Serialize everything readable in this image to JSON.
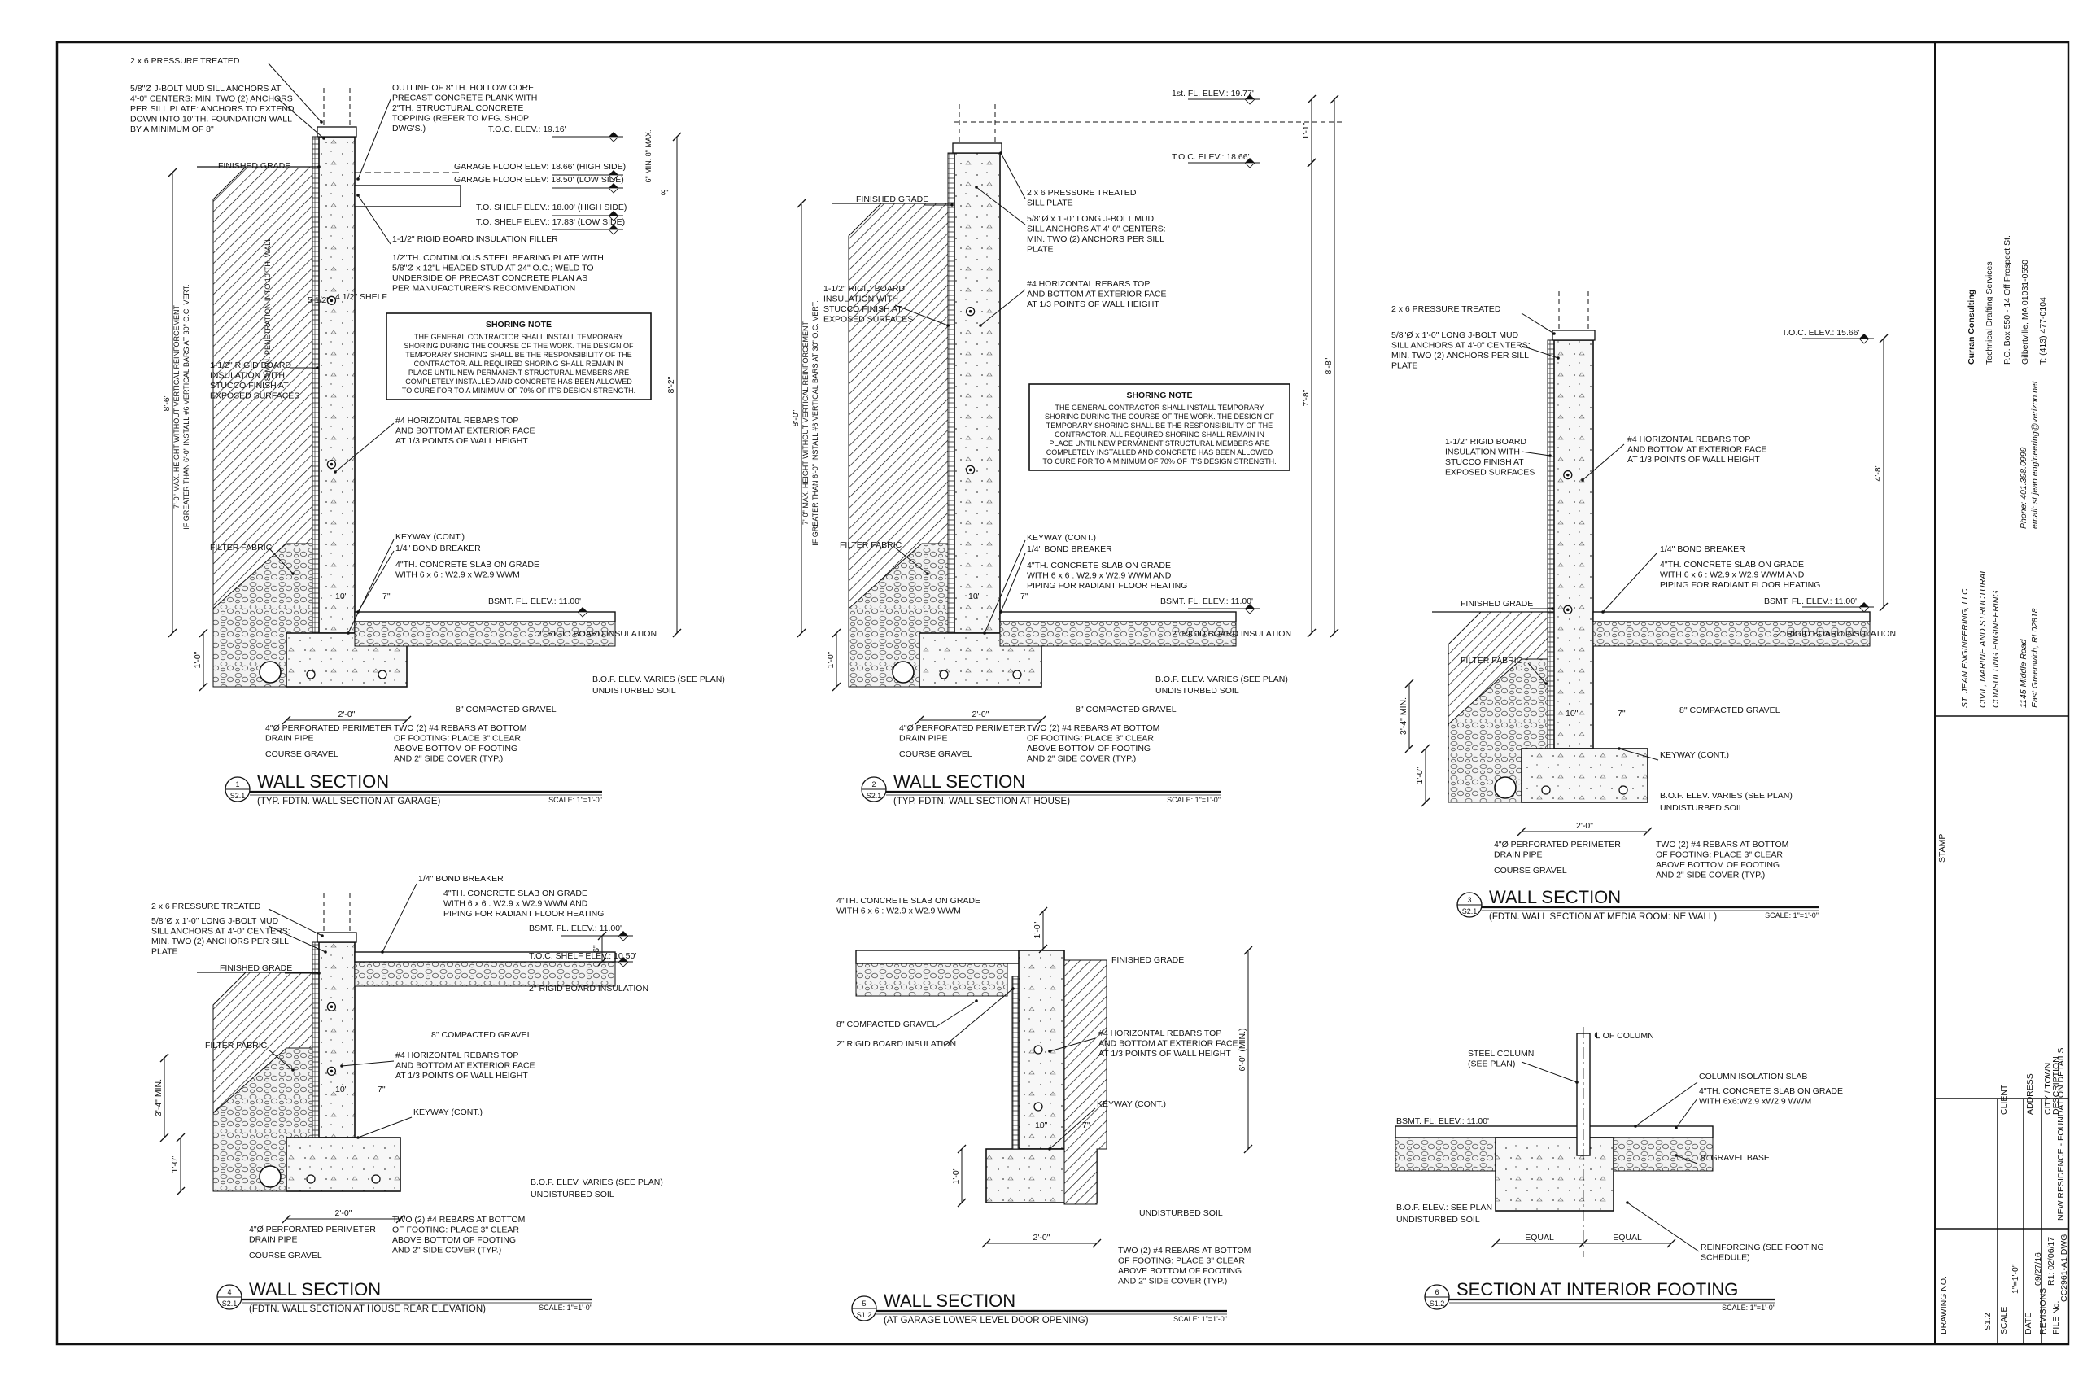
{
  "colors": {
    "ink": "#111111",
    "concrete": "#f4f4f4",
    "gravel": "#dddddd",
    "paper": "#ffffff"
  },
  "title_block": {
    "company": "Curran Consulting",
    "line1": "Technical Drafting Services",
    "line2": "P.O. Box 550 - 14 Off Prospect St.",
    "line3": "Gilbertville, MA 01031-0550",
    "line4": "T: (413) 477-0104",
    "engineer": "ST. JEAN ENGINEERING, LLC",
    "engineer_sub1": "CIVIL, MARINE AND STRUCTURAL",
    "engineer_sub2": "CONSULTING ENGINEERING",
    "addr1": "1145 Middle Road",
    "addr2": "East Greenwich, RI 02818",
    "phone": "Phone: 401.398.0999",
    "email": "email: st.jean.engineering@verizon.net",
    "stamp_label": "STAMP",
    "client_label": "CLIENT",
    "address_label": "ADDRESS",
    "city_label": "CITY / TOWN",
    "desc_label": "DESCRIPTION",
    "description": "NEW RESIDENCE - FOUNDATION DETAILS",
    "scale_label": "SCALE",
    "scale_value": "1\"=1'-0\"",
    "date_label": "DATE",
    "date_value": "09/27/16",
    "revisions_label": "REVISIONS",
    "revision_value": "R1: 02/06/17",
    "drawing_no_label": "DRAWING NO.",
    "drawing_no": "S1.2",
    "file_no_label": "FILE No.",
    "file_no": "CC2961-A1.DWG"
  },
  "common": {
    "shoring_title": "SHORING NOTE",
    "shoring_lines": [
      "THE GENERAL CONTRACTOR SHALL INSTALL TEMPORARY",
      "SHORING DURING THE COURSE OF THE WORK. THE DESIGN OF",
      "TEMPORARY SHORING SHALL BE THE RESPONSIBILITY OF THE",
      "CONTRACTOR. ALL REQUIRED SHORING SHALL REMAIN IN",
      "PLACE UNTIL NEW PERMANENT STRUCTURAL MEMBERS ARE",
      "COMPLETELY INSTALLED AND CONCRETE HAS BEEN ALLOWED",
      "TO CURE FOR TO A MINIMUM OF 70% OF IT'S DESIGN STRENGTH."
    ],
    "scale_text": "SCALE: 1\"=1'-0\""
  },
  "details": [
    {
      "num": "1",
      "ref": "S2.1",
      "title": "WALL SECTION",
      "subtitle": "(TYP. FDTN. WALL SECTION AT GARAGE)",
      "left_notes": [
        {
          "lines": [
            "2 x 6 PRESSURE TREATED"
          ]
        },
        {
          "lines": [
            "5/8\"Ø J-BOLT MUD SILL ANCHORS AT",
            "4'-0\" CENTERS: MIN. TWO (2) ANCHORS",
            "PER SILL PLATE: ANCHORS TO EXTEND",
            "DOWN INTO 10\"TH. FOUNDATION WALL",
            "BY A MINIMUM OF 8\""
          ]
        },
        {
          "lines": [
            "FINISHED GRADE"
          ]
        },
        {
          "lines": [
            "1-1/2\" RIGID BOARD",
            "INSULATION WITH",
            "STUCCO FINISH AT",
            "EXPOSED SURFACES"
          ]
        },
        {
          "lines": [
            "FILTER FABRIC"
          ]
        }
      ],
      "right_notes": [
        {
          "lines": [
            "OUTLINE OF 8\"TH. HOLLOW CORE",
            "PRECAST CONCRETE PLANK WITH",
            "2\"TH. STRUCTURAL CONCRETE",
            "TOPPING (REFER TO MFG. SHOP",
            "DWG'S.)"
          ]
        },
        {
          "lines": [
            "T.O.C. ELEV.: 19.16'"
          ]
        },
        {
          "lines": [
            "GARAGE FLOOR ELEV: 18.66' (HIGH SIDE)"
          ]
        },
        {
          "lines": [
            "GARAGE FLOOR ELEV: 18.50' (LOW SIDE)"
          ]
        },
        {
          "lines": [
            "T.O. SHELF ELEV.: 18.00' (HIGH SIDE)"
          ]
        },
        {
          "lines": [
            "T.O. SHELF ELEV.: 17.83' (LOW SIDE)"
          ]
        },
        {
          "lines": [
            "1-1/2\" RIGID BOARD INSULATION FILLER"
          ]
        },
        {
          "lines": [
            "1/2\"TH. CONTINUOUS STEEL BEARING PLATE WITH",
            "5/8\"Ø x 12\"L HEADED STUD AT 24\" O.C.; WELD TO",
            "UNDERSIDE OF PRECAST CONCRETE PLAN AS",
            "PER MANUFACTURER'S RECOMMENDATION"
          ]
        },
        {
          "lines": [
            "4 1/2\" SHELF"
          ]
        },
        {
          "lines": [
            "#4 HORIZONTAL REBARS TOP",
            "AND BOTTOM AT EXTERIOR FACE",
            "AT 1/3 POINTS OF WALL HEIGHT"
          ]
        },
        {
          "lines": [
            "KEYWAY (CONT.)"
          ]
        },
        {
          "lines": [
            "1/4\" BOND BREAKER"
          ]
        },
        {
          "lines": [
            "4\"TH. CONCRETE SLAB ON GRADE",
            "WITH 6 x 6 : W2.9 x W2.9 WWM"
          ]
        },
        {
          "lines": [
            "BSMT. FL. ELEV.: 11.00'"
          ]
        },
        {
          "lines": [
            "2\" RIGID BOARD INSULATION"
          ]
        },
        {
          "lines": [
            "B.O.F. ELEV. VARIES (SEE PLAN)"
          ]
        },
        {
          "lines": [
            "UNDISTURBED SOIL"
          ]
        },
        {
          "lines": [
            "8\" COMPACTED GRAVEL"
          ]
        }
      ],
      "bottom_notes": [
        {
          "lines": [
            "4\"Ø PERFORATED PERIMETER",
            "DRAIN PIPE"
          ]
        },
        {
          "lines": [
            "COURSE GRAVEL"
          ]
        },
        {
          "lines": [
            "TWO (2) #4 REBARS AT BOTTOM",
            "OF FOOTING: PLACE 3\" CLEAR",
            "ABOVE BOTTOM OF FOOTING",
            "AND 2\" SIDE COVER (TYP.)"
          ]
        }
      ],
      "dims": [
        "8'-6\"",
        "7'-0\" MAX. HEIGHT WITHOUT VERTICAL REINFORCEMENT",
        "IF GREATER THAN 6'-0\" INSTALL #6 VERTICAL BARS AT 30\" O.C. VERT.",
        "8\" MIN. PENETRATION INTO 10\"TH. WALL",
        "5 1/2\"",
        "8'-2\"",
        "6\" MIN. 8\" MAX.",
        "8\"",
        "10\"",
        "7\"",
        "1'-0\"",
        "2'-0\""
      ]
    },
    {
      "num": "2",
      "ref": "S2.1",
      "title": "WALL SECTION",
      "subtitle": "(TYP. FDTN. WALL SECTION AT HOUSE)",
      "left_notes": [
        {
          "lines": [
            "FINISHED GRADE"
          ]
        },
        {
          "lines": [
            "1-1/2\" RIGID BOARD",
            "INSULATION WITH",
            "STUCCO FINISH AT",
            "EXPOSED SURFACES"
          ]
        },
        {
          "lines": [
            "FILTER FABRIC"
          ]
        }
      ],
      "right_notes": [
        {
          "lines": [
            "1st. FL. ELEV.: 19.77'"
          ]
        },
        {
          "lines": [
            "T.O.C. ELEV.: 18.66'"
          ]
        },
        {
          "lines": [
            "2 x 6 PRESSURE TREATED",
            "SILL PLATE"
          ]
        },
        {
          "lines": [
            "5/8\"Ø x 1'-0\" LONG J-BOLT MUD",
            "SILL ANCHORS AT 4'-0\" CENTERS:",
            "MIN. TWO (2) ANCHORS PER SILL",
            "PLATE"
          ]
        },
        {
          "lines": [
            "#4 HORIZONTAL REBARS TOP",
            "AND BOTTOM AT EXTERIOR FACE",
            "AT 1/3 POINTS OF WALL HEIGHT"
          ]
        },
        {
          "lines": [
            "KEYWAY (CONT.)"
          ]
        },
        {
          "lines": [
            "1/4\" BOND BREAKER"
          ]
        },
        {
          "lines": [
            "4\"TH. CONCRETE SLAB ON GRADE",
            "WITH 6 x 6 : W2.9 x W2.9 WWM AND",
            "PIPING FOR RADIANT FLOOR HEATING"
          ]
        },
        {
          "lines": [
            "BSMT. FL. ELEV.: 11.00'"
          ]
        },
        {
          "lines": [
            "2\" RIGID BOARD INSULATION"
          ]
        },
        {
          "lines": [
            "B.O.F. ELEV. VARIES (SEE PLAN)"
          ]
        },
        {
          "lines": [
            "UNDISTURBED SOIL"
          ]
        },
        {
          "lines": [
            "8\" COMPACTED GRAVEL"
          ]
        }
      ],
      "bottom_notes": [
        {
          "lines": [
            "4\"Ø PERFORATED PERIMETER",
            "DRAIN PIPE"
          ]
        },
        {
          "lines": [
            "COURSE GRAVEL"
          ]
        },
        {
          "lines": [
            "TWO (2) #4 REBARS AT BOTTOM",
            "OF FOOTING: PLACE 3\" CLEAR",
            "ABOVE BOTTOM OF FOOTING",
            "AND 2\" SIDE COVER (TYP.)"
          ]
        }
      ],
      "dims": [
        "8'-0\"",
        "7'-0\" MAX. HEIGHT WITHOUT VERTICAL REINFORCEMENT",
        "IF GREATER THAN 6'-0\" INSTALL #6 VERTICAL BARS AT 30\" O.C. VERT.",
        "1'-1\"",
        "8'-8\"",
        "7'-8\"",
        "10\"",
        "7\"",
        "1'-0\"",
        "2'-0\""
      ]
    },
    {
      "num": "3",
      "ref": "S2.1",
      "title": "WALL SECTION",
      "subtitle": "(FDTN. WALL SECTION AT MEDIA ROOM: NE WALL)",
      "left_notes": [
        {
          "lines": [
            "2 x 6 PRESSURE TREATED"
          ]
        },
        {
          "lines": [
            "5/8\"Ø x 1'-0\" LONG J-BOLT MUD",
            "SILL ANCHORS AT 4'-0\" CENTERS:",
            "MIN. TWO (2) ANCHORS PER SILL",
            "PLATE"
          ]
        },
        {
          "lines": [
            "1-1/2\" RIGID BOARD",
            "INSULATION WITH",
            "STUCCO FINISH AT",
            "EXPOSED SURFACES"
          ]
        },
        {
          "lines": [
            "FINISHED GRADE"
          ]
        },
        {
          "lines": [
            "FILTER FABRIC"
          ]
        }
      ],
      "right_notes": [
        {
          "lines": [
            "T.O.C. ELEV.: 15.66'"
          ]
        },
        {
          "lines": [
            "#4 HORIZONTAL REBARS TOP",
            "AND BOTTOM AT EXTERIOR FACE",
            "AT 1/3 POINTS OF WALL HEIGHT"
          ]
        },
        {
          "lines": [
            "1/4\" BOND BREAKER"
          ]
        },
        {
          "lines": [
            "4\"TH. CONCRETE SLAB ON GRADE",
            "WITH 6 x 6 : W2.9 x W2.9 WWM AND",
            "PIPING FOR RADIANT FLOOR HEATING"
          ]
        },
        {
          "lines": [
            "BSMT. FL. ELEV.: 11.00'"
          ]
        },
        {
          "lines": [
            "2\" RIGID BOARD INSULATION"
          ]
        },
        {
          "lines": [
            "8\" COMPACTED GRAVEL"
          ]
        },
        {
          "lines": [
            "KEYWAY (CONT.)"
          ]
        },
        {
          "lines": [
            "B.O.F. ELEV. VARIES (SEE PLAN)"
          ]
        },
        {
          "lines": [
            "UNDISTURBED SOIL"
          ]
        }
      ],
      "bottom_notes": [
        {
          "lines": [
            "4\"Ø PERFORATED PERIMETER",
            "DRAIN PIPE"
          ]
        },
        {
          "lines": [
            "COURSE GRAVEL"
          ]
        },
        {
          "lines": [
            "TWO (2) #4 REBARS AT BOTTOM",
            "OF FOOTING: PLACE 3\" CLEAR",
            "ABOVE BOTTOM OF FOOTING",
            "AND 2\" SIDE COVER (TYP.)"
          ]
        }
      ],
      "dims": [
        "4'-8\"",
        "3'-4\" MIN.",
        "10\"",
        "7\"",
        "1'-0\"",
        "2'-0\""
      ]
    },
    {
      "num": "4",
      "ref": "S2.1",
      "title": "WALL SECTION",
      "subtitle": "(FDTN. WALL SECTION AT HOUSE REAR ELEVATION)",
      "left_notes": [
        {
          "lines": [
            "2 x 6 PRESSURE TREATED"
          ]
        },
        {
          "lines": [
            "5/8\"Ø x 1'-0\" LONG J-BOLT MUD",
            "SILL ANCHORS AT 4'-0\" CENTERS:",
            "MIN. TWO (2) ANCHORS PER SILL",
            "PLATE"
          ]
        },
        {
          "lines": [
            "FINISHED GRADE"
          ]
        },
        {
          "lines": [
            "FILTER FABRIC"
          ]
        }
      ],
      "right_notes": [
        {
          "lines": [
            "1/4\" BOND BREAKER"
          ]
        },
        {
          "lines": [
            "4\"TH. CONCRETE SLAB ON GRADE",
            "WITH 6 x 6 : W2.9 x W2.9 WWM AND",
            "PIPING FOR RADIANT FLOOR HEATING"
          ]
        },
        {
          "lines": [
            "BSMT. FL. ELEV.: 11.00'"
          ]
        },
        {
          "lines": [
            "T.O.C. SHELF ELEV.: 10.50'"
          ]
        },
        {
          "lines": [
            "2\" RIGID BOARD INSULATION"
          ]
        },
        {
          "lines": [
            "8\" COMPACTED GRAVEL"
          ]
        },
        {
          "lines": [
            "#4 HORIZONTAL REBARS TOP",
            "AND BOTTOM AT EXTERIOR FACE",
            "AT 1/3 POINTS OF WALL HEIGHT"
          ]
        },
        {
          "lines": [
            "KEYWAY (CONT.)"
          ]
        },
        {
          "lines": [
            "B.O.F. ELEV. VARIES (SEE PLAN)"
          ]
        },
        {
          "lines": [
            "UNDISTURBED SOIL"
          ]
        }
      ],
      "bottom_notes": [
        {
          "lines": [
            "4\"Ø PERFORATED PERIMETER",
            "DRAIN PIPE"
          ]
        },
        {
          "lines": [
            "COURSE GRAVEL"
          ]
        },
        {
          "lines": [
            "TWO (2) #4 REBARS AT BOTTOM",
            "OF FOOTING: PLACE 3\" CLEAR",
            "ABOVE BOTTOM OF FOOTING",
            "AND 2\" SIDE COVER (TYP.)"
          ]
        }
      ],
      "dims": [
        "3'-4\" MIN.",
        "6\"",
        "10\"",
        "7\"",
        "1'-0\"",
        "2'-0\""
      ]
    },
    {
      "num": "5",
      "ref": "S1.2",
      "title": "WALL SECTION",
      "subtitle": "(AT GARAGE LOWER LEVEL DOOR OPENING)",
      "left_notes": [
        {
          "lines": [
            "4\"TH. CONCRETE SLAB ON GRADE",
            "WITH 6 x 6 : W2.9 x W2.9 WWM"
          ]
        },
        {
          "lines": [
            "8\" COMPACTED GRAVEL"
          ]
        },
        {
          "lines": [
            "2\" RIGID BOARD INSULATION"
          ]
        }
      ],
      "right_notes": [
        {
          "lines": [
            "FINISHED GRADE"
          ]
        },
        {
          "lines": [
            "#4 HORIZONTAL REBARS TOP",
            "AND BOTTOM AT EXTERIOR FACE",
            "AT 1/3 POINTS OF WALL HEIGHT"
          ]
        },
        {
          "lines": [
            "KEYWAY (CONT.)"
          ]
        },
        {
          "lines": [
            "UNDISTURBED SOIL"
          ]
        }
      ],
      "bottom_notes": [
        {
          "lines": [
            "TWO (2) #4 REBARS AT BOTTOM",
            "OF FOOTING: PLACE 3\" CLEAR",
            "ABOVE BOTTOM OF FOOTING",
            "AND 2\" SIDE COVER (TYP.)"
          ]
        }
      ],
      "dims": [
        "1'-0\"",
        "6'-0\" (MIN.)",
        "10\"",
        "7\"",
        "1'-0\"",
        "2'-0\""
      ]
    },
    {
      "num": "6",
      "ref": "S1.2",
      "title": "SECTION AT INTERIOR FOOTING",
      "subtitle": "",
      "left_notes": [
        {
          "lines": [
            "STEEL COLUMN",
            "(SEE PLAN)"
          ]
        },
        {
          "lines": [
            "BSMT. FL. ELEV.: 11.00'"
          ]
        },
        {
          "lines": [
            "B.O.F. ELEV.: SEE PLAN"
          ]
        },
        {
          "lines": [
            "UNDISTURBED SOIL"
          ]
        }
      ],
      "right_notes": [
        {
          "lines": [
            "℄ OF COLUMN"
          ]
        },
        {
          "lines": [
            "COLUMN ISOLATION SLAB"
          ]
        },
        {
          "lines": [
            "4\"TH. CONCRETE SLAB ON GRADE",
            "WITH 6x6:W2.9 xW2.9 WWM"
          ]
        },
        {
          "lines": [
            "8\" GRAVEL BASE"
          ]
        },
        {
          "lines": [
            "REINFORCING (SEE FOOTING",
            "SCHEDULE)"
          ]
        }
      ],
      "bottom_notes": [],
      "dims": [
        "EQUAL",
        "EQUAL"
      ]
    }
  ]
}
